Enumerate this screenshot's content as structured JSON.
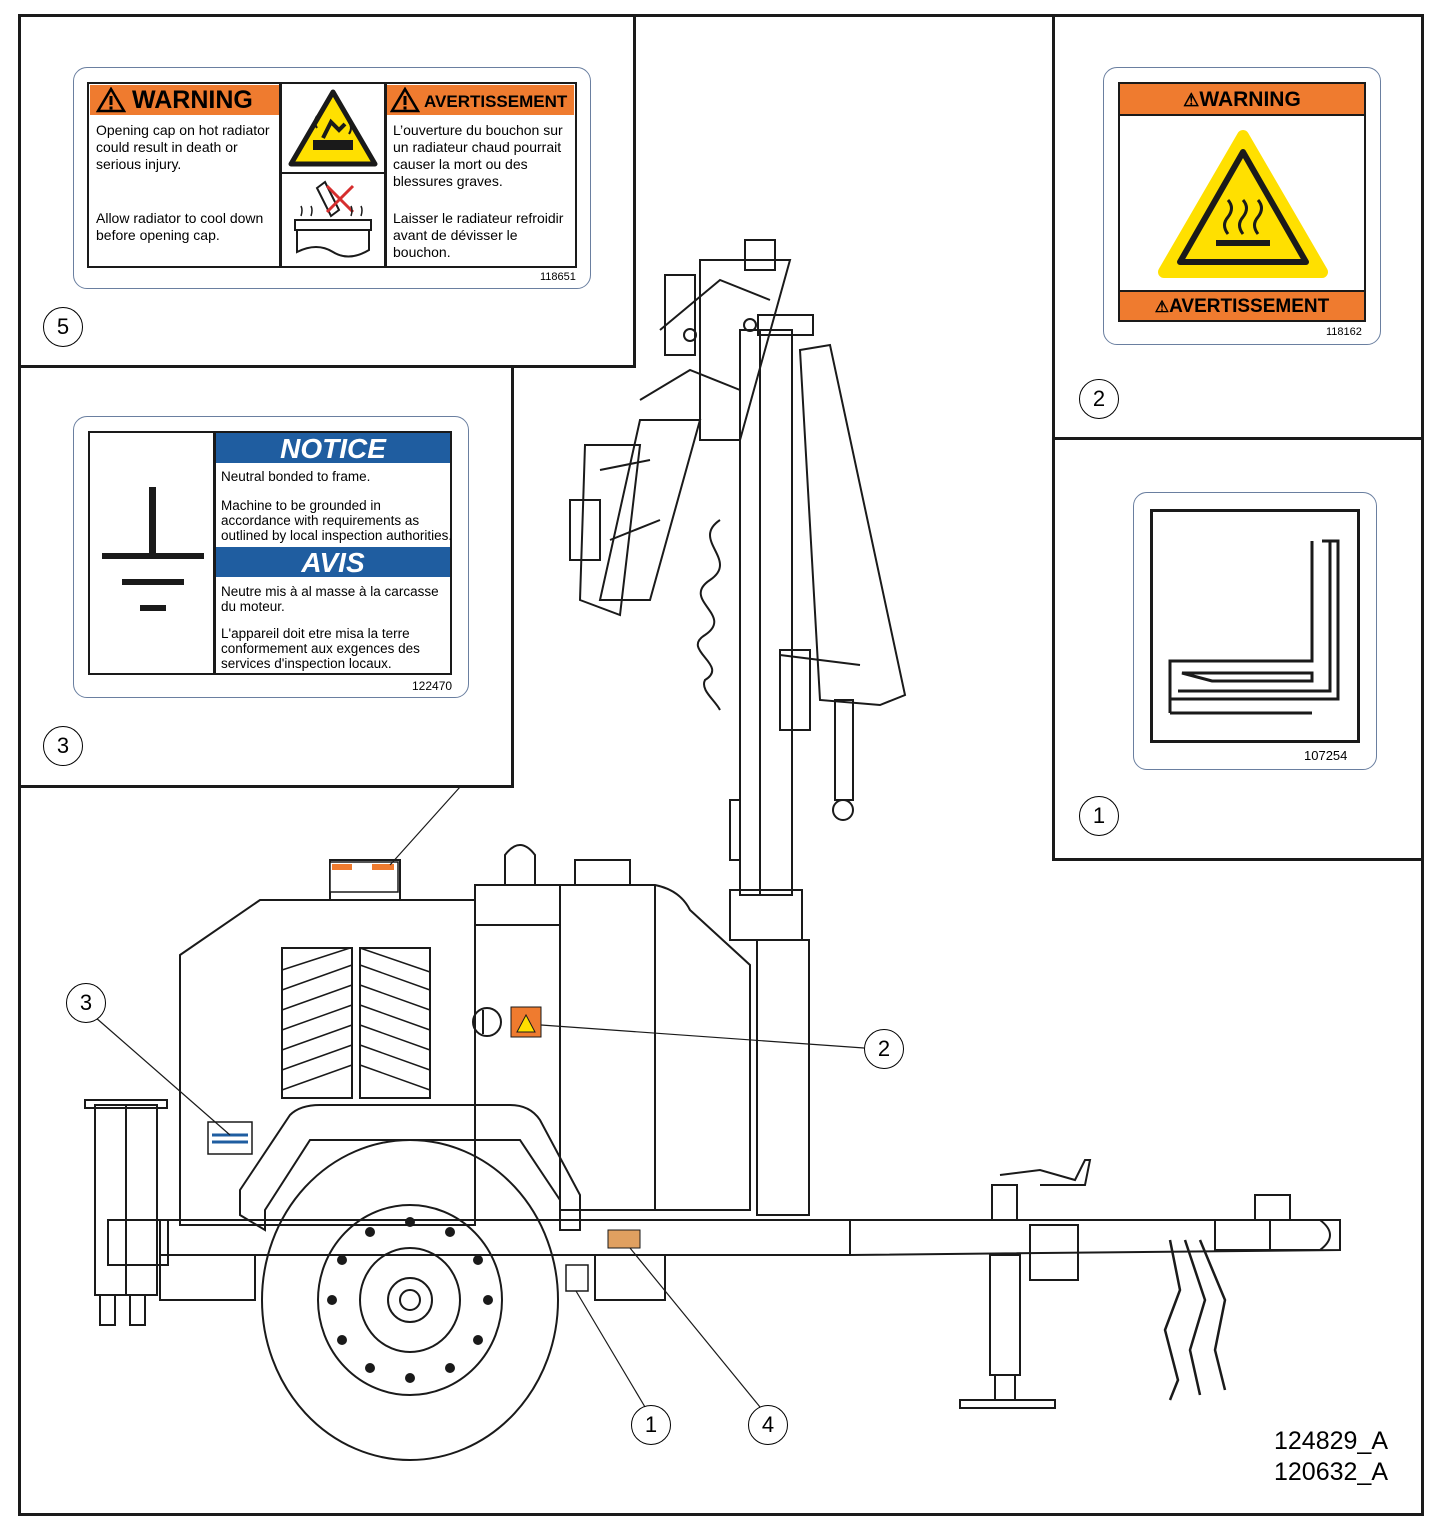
{
  "decal_5": {
    "warning_en": "WARNING",
    "warning_fr": "AVERTISSEMENT",
    "text_en_1": "Opening cap on hot radiator could result in death or serious injury.",
    "text_en_2": "Allow radiator to cool down before opening cap.",
    "text_fr_1": "L’ouverture du bouchon sur un radiateur chaud pourrait causer la mort ou des blessures graves.",
    "text_fr_2": "Laisser le radiateur refroidir avant de dévisser le bouchon.",
    "part_number": "118651",
    "callout": "5"
  },
  "decal_2": {
    "warning_en": "WARNING",
    "warning_fr": "AVERTISSEMENT",
    "part_number": "118162",
    "callout": "2",
    "icon": "hot-surface-icon"
  },
  "decal_3": {
    "notice": "NOTICE",
    "text_en_1": "Neutral bonded to frame.",
    "text_en_2": "Machine to be grounded in accordance with requirements as outlined by local inspection authorities.",
    "avis": "AVIS",
    "text_fr_1": "Neutre mis à al masse à la carcasse du moteur.",
    "text_fr_2": "L'appareil doit etre misa la terre conformement aux exgences des services d'inspection locaux.",
    "part_number": "122470",
    "callout": "3",
    "icon": "ground-symbol-icon"
  },
  "decal_1": {
    "part_number": "107254",
    "callout": "1",
    "icon": "forklift-pocket-icon"
  },
  "callouts_main": [
    "5",
    "3",
    "2",
    "1",
    "4"
  ],
  "doc_numbers": [
    "124829_A",
    "120632_A"
  ],
  "colors": {
    "warning_orange": "#ef7b2f",
    "notice_blue": "#1f5da0",
    "hazard_yellow": "#ffe000",
    "reflector_amber": "#e0a060"
  }
}
